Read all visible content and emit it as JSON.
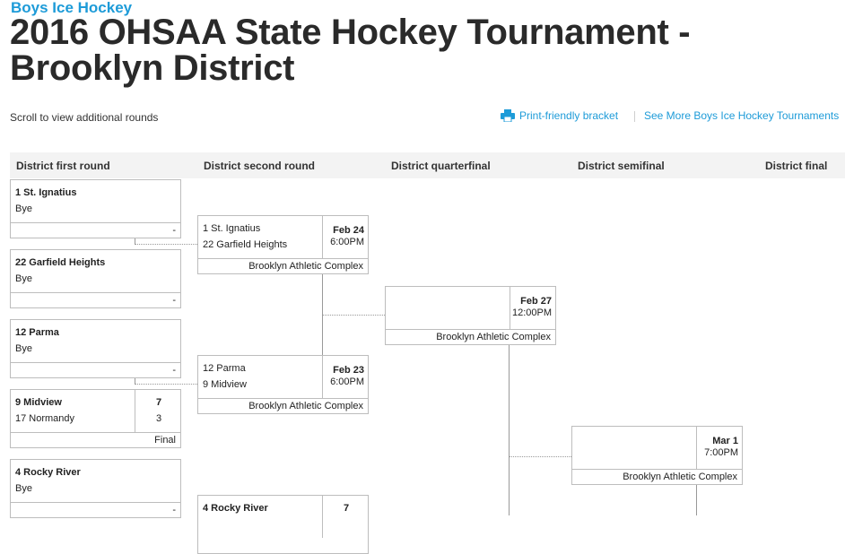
{
  "header": {
    "sport": "Boys Ice Hockey",
    "title": "2016 OHSAA State Hockey Tournament - Brooklyn District",
    "scroll_note": "Scroll to view additional rounds",
    "print_link": "Print-friendly bracket",
    "more_link": "See More Boys Ice Hockey Tournaments"
  },
  "rounds": [
    "District first round",
    "District second round",
    "District quarterfinal",
    "District semifinal",
    "District final"
  ],
  "first_round": [
    {
      "team1": "1 St. Ignatius",
      "team2": "Bye",
      "score1": "",
      "score2": "",
      "status": "-"
    },
    {
      "team1": "22 Garfield Heights",
      "team2": "Bye",
      "score1": "",
      "score2": "",
      "status": "-"
    },
    {
      "team1": "12 Parma",
      "team2": "Bye",
      "score1": "",
      "score2": "",
      "status": "-"
    },
    {
      "team1": "9 Midview",
      "team2": "17 Normandy",
      "score1": "7",
      "score2": "3",
      "status": "Final"
    },
    {
      "team1": "4 Rocky River",
      "team2": "Bye",
      "score1": "",
      "score2": "",
      "status": "-"
    }
  ],
  "second_round": [
    {
      "team1": "1 St. Ignatius",
      "team2": "22 Garfield Heights",
      "date": "Feb 24",
      "time": "6:00PM",
      "venue": "Brooklyn Athletic Complex"
    },
    {
      "team1": "12 Parma",
      "team2": "9 Midview",
      "date": "Feb 23",
      "time": "6:00PM",
      "venue": "Brooklyn Athletic Complex"
    },
    {
      "team1": "4 Rocky River",
      "score1": "7"
    }
  ],
  "quarterfinal": [
    {
      "date": "Feb 27",
      "time": "12:00PM",
      "venue": "Brooklyn Athletic Complex"
    }
  ],
  "semifinal": [
    {
      "date": "Mar 1",
      "time": "7:00PM",
      "venue": "Brooklyn Athletic Complex"
    }
  ],
  "colors": {
    "accent": "#1d9bd8",
    "title": "#2a2a2a",
    "border": "#bdbdbd",
    "header_bg": "#f3f3f3"
  },
  "icons": {
    "print": "printer-icon"
  }
}
